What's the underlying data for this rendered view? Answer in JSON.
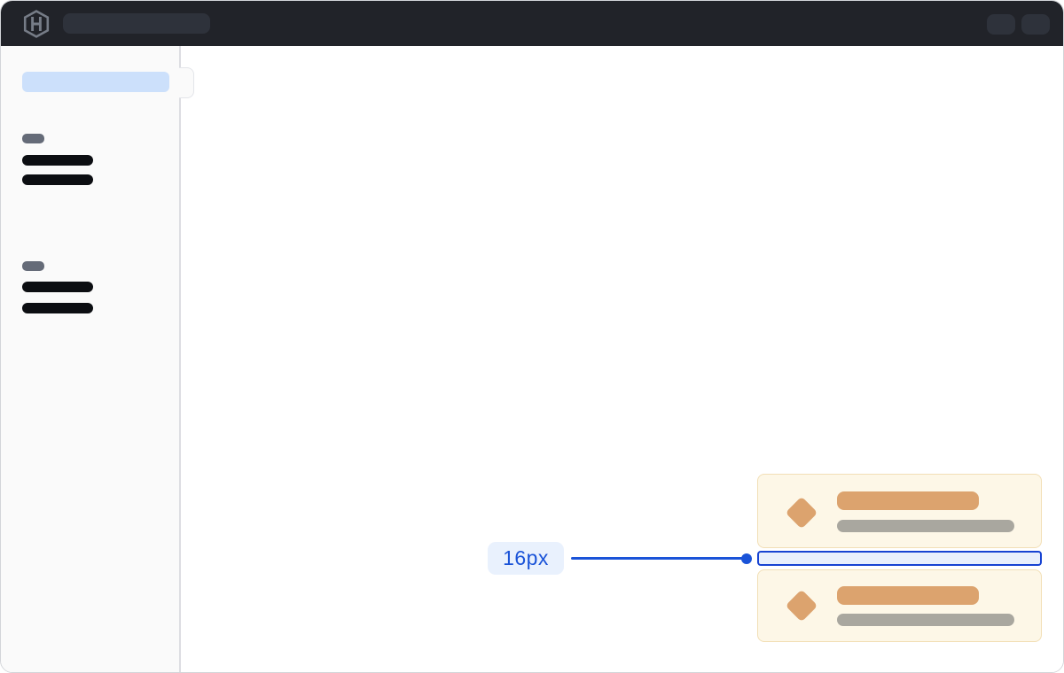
{
  "topbar": {
    "logo_icon": "hashicorp-logo-icon",
    "search_skeleton": "empty-placeholder",
    "action_skeletons": 2,
    "colors": {
      "background": "#212329",
      "skeleton": "#2e323b",
      "logo": "#767c87"
    }
  },
  "sidebar": {
    "active_item_skeleton": "empty-placeholder",
    "toggle": "sidebar-toggle-tab",
    "sections": [
      {
        "label_skeleton": "empty-placeholder",
        "item_skeletons": 2
      },
      {
        "label_skeleton": "empty-placeholder",
        "item_skeletons": 2
      }
    ],
    "colors": {
      "background": "#fafafa",
      "border": "#dcdde2",
      "active_skeleton": "#cce0fb",
      "section_label_skeleton": "#656b78",
      "item_skeleton": "#0c0e12"
    }
  },
  "main": {
    "cards": [
      {
        "icon": "diamond-icon",
        "title_skeleton": "empty-placeholder",
        "subtitle_skeleton": "empty-placeholder"
      },
      {
        "icon": "diamond-icon",
        "title_skeleton": "empty-placeholder",
        "subtitle_skeleton": "empty-placeholder"
      }
    ],
    "card_colors": {
      "background": "#fdf7e7",
      "border": "#f2dfb6",
      "icon": "#dca36e",
      "title_bar": "#dca36e",
      "subtitle_bar": "#a9a79f"
    }
  },
  "annotation": {
    "label": "16px",
    "colors": {
      "text": "#1a53d8",
      "label_background": "#e9f1fd",
      "line": "#1a53d8",
      "gap_fill": "#e8effc",
      "gap_border": "#1743d2"
    }
  }
}
